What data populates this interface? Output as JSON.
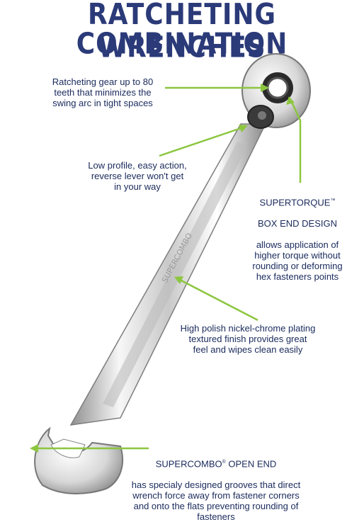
{
  "title": {
    "line1": "RATCHETING COMBINATION",
    "line2": "WRENCHES"
  },
  "callouts": {
    "gear": {
      "text": "Ratcheting gear up to 80\nteeth that minimizes the\nswing arc in tight spaces"
    },
    "lever": {
      "text": "Low profile, easy action,\nreverse lever won't get\nin your way"
    },
    "supertorque": {
      "heading": "SUPERTORQUE",
      "tm": "™",
      "heading2": "BOX END DESIGN",
      "text": "allows application of\nhigher torque without\nrounding or deforming\nhex fasteners points"
    },
    "polish": {
      "text": "High polish nickel-chrome plating\ntextured finish provides great\nfeel and wipes clean easily"
    },
    "supercombo": {
      "heading": "SUPERCOMBO",
      "reg": "®",
      "heading2": " OPEN END",
      "text": "has specialy designed grooves that direct\nwrench force away from fastener corners\nand onto the flats preventing rounding of\nfasteners"
    }
  },
  "colors": {
    "title": "#2b3a78",
    "text": "#1a2a5c",
    "arrow": "#8cc63f",
    "chrome_light": "#f4f4f4",
    "chrome_dark": "#9a9a9a"
  },
  "icons": {
    "wrench": "ratcheting-combination-wrench"
  }
}
